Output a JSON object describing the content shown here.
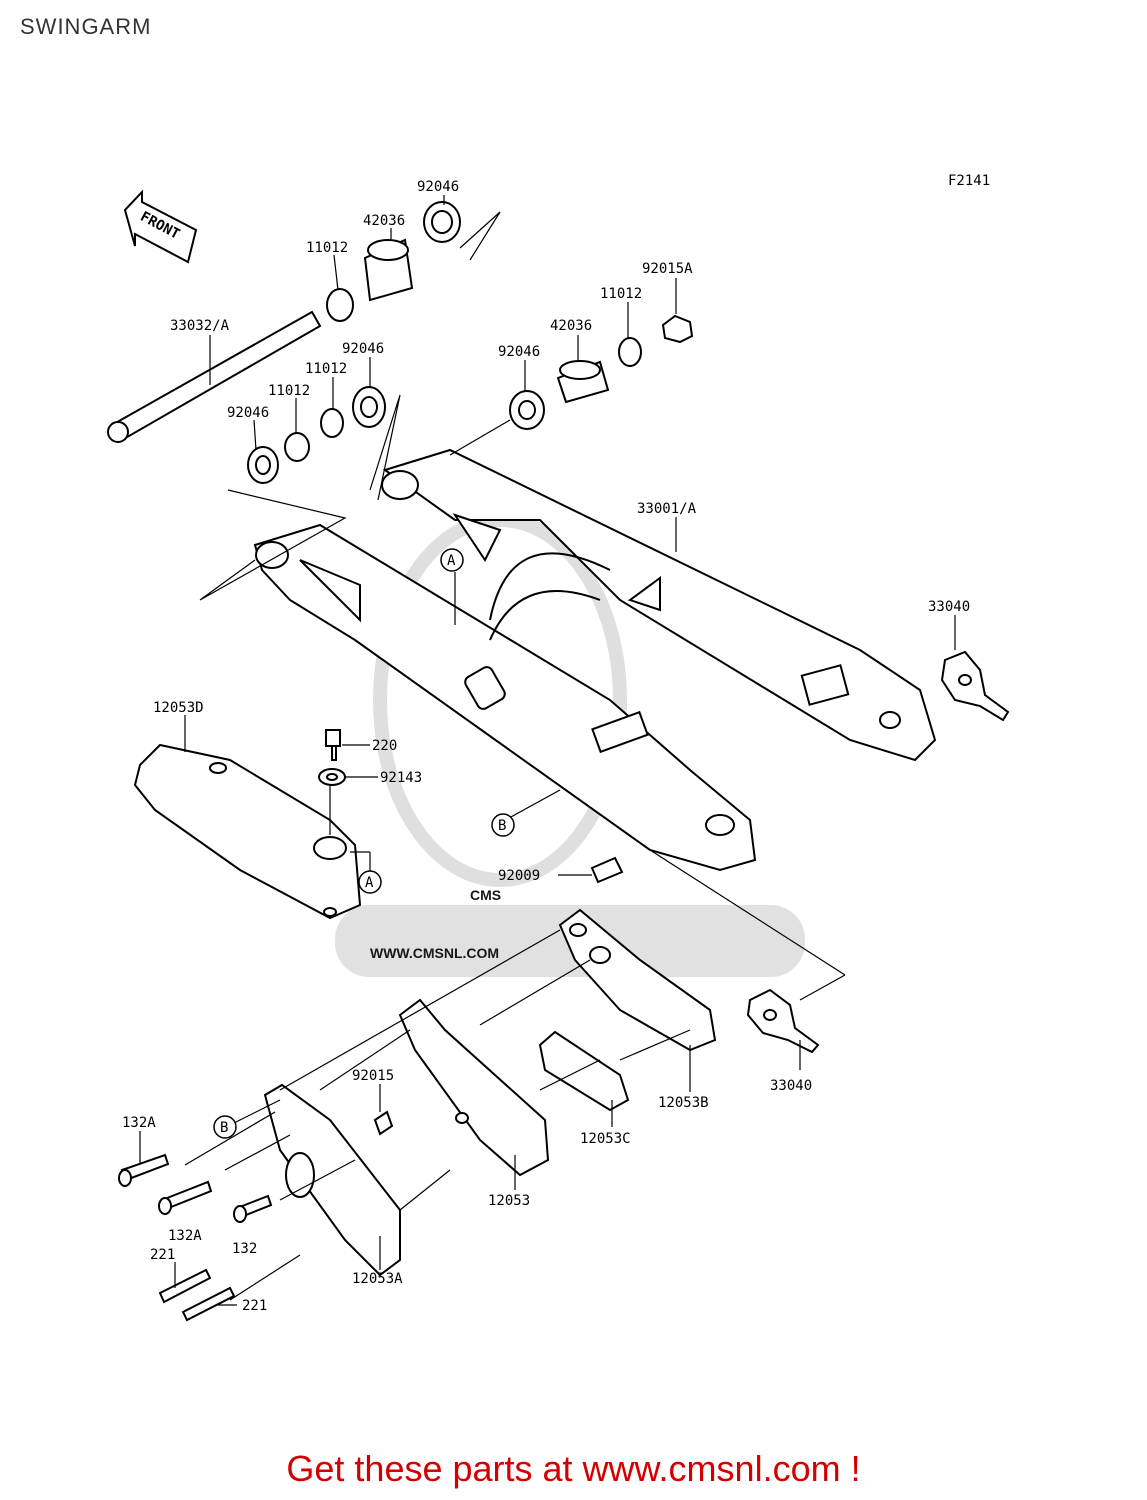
{
  "page": {
    "title": "SWINGARM",
    "figure_code": "F2141"
  },
  "front_label": "FRONT",
  "watermark": {
    "text": "WWW.CMSNL.COM",
    "logo": "CMS"
  },
  "callouts": {
    "c92046_top": "92046",
    "c42036_top": "42036",
    "c11012_top": "11012",
    "c33032": "33032/A",
    "c92046_mid": "92046",
    "c11012_mid": "11012",
    "c11012_left": "11012",
    "c92046_left": "92046",
    "c92015A": "92015A",
    "c11012_right": "11012",
    "c42036_right": "42036",
    "c92046_right": "92046",
    "c33001": "33001/A",
    "c33040_top": "33040",
    "c12053D": "12053D",
    "c220": "220",
    "c92143": "92143",
    "c92009": "92009",
    "c92015": "92015",
    "c132A_1": "132A",
    "c132A_2": "132A",
    "c132": "132",
    "c221_1": "221",
    "c221_2": "221",
    "c12053A": "12053A",
    "c12053": "12053",
    "c12053C": "12053C",
    "c12053B": "12053B",
    "c33040_bottom": "33040"
  },
  "markers": {
    "A1": "A",
    "A2": "A",
    "B1": "B",
    "B2": "B"
  },
  "footer": {
    "cta": "Get these parts at www.cmsnl.com !"
  },
  "colors": {
    "cta": "#d40000",
    "line": "#000000",
    "watermark": "#d9d9d9"
  }
}
